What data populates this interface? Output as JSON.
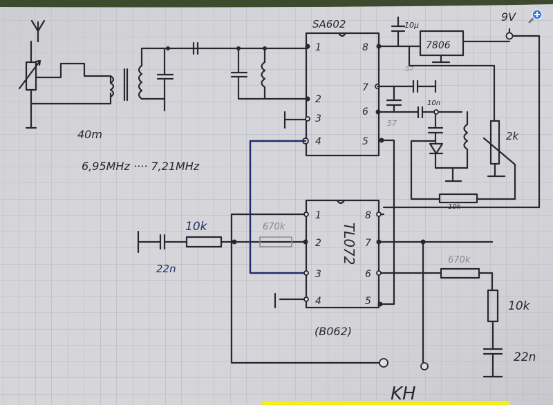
{
  "schematic": {
    "ic1": {
      "name": "SA602",
      "left_pins": [
        "1",
        "2",
        "3",
        "4"
      ],
      "right_pins": [
        "8",
        "7",
        "6",
        "5"
      ]
    },
    "ic2": {
      "name": "TL072",
      "alt_name": "(B062)",
      "left_pins": [
        "1",
        "2",
        "3",
        "4"
      ],
      "right_pins": [
        "8",
        "7",
        "6",
        "5"
      ]
    },
    "regulator": "7806",
    "supply": "9V",
    "band": "40m",
    "frequency_range": "6,95MHz ···· 7,21MHz",
    "components": {
      "c_supply": "10µ",
      "c_osc": "10n",
      "c_57_top": "57",
      "c_57_mid": "57",
      "pot": "2k",
      "r_tune": "10k",
      "r_in": "10k",
      "c_in": "22n",
      "r_fb1": "670k",
      "r_fb2": "670k",
      "r_out": "10k",
      "c_out": "22n"
    },
    "output": "KH"
  },
  "ui": {
    "zoom_icon": "magnifier-plus-icon"
  },
  "colors": {
    "paper": "#cfd0d4",
    "grid": "#aeb0b8",
    "pencil": "#2a2530",
    "blue_ink": "#1d2a6a",
    "faded": "#8d8790"
  }
}
